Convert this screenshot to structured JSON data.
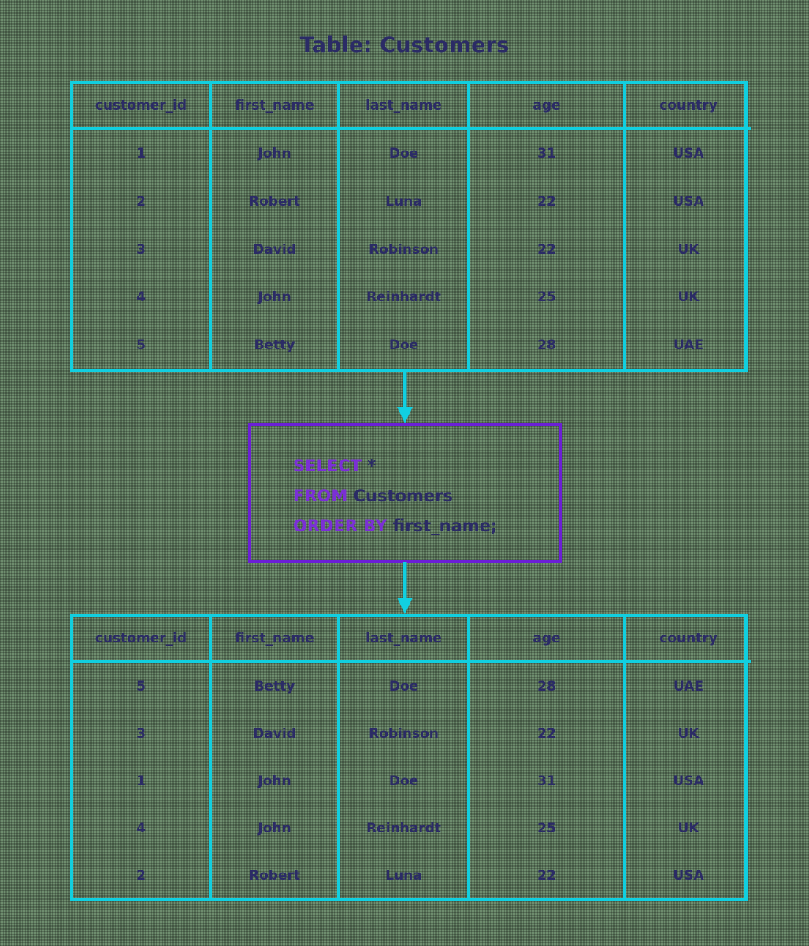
{
  "title": "Table: Customers",
  "colors": {
    "background": "#6e8d6e",
    "table_border": "#11cfe0",
    "query_border": "#6b1fd6",
    "keyword": "#7b2fd6",
    "identifier": "#2b2b66",
    "arrow": "#11cfe0"
  },
  "columns": [
    "customer_id",
    "first_name",
    "last_name",
    "age",
    "country"
  ],
  "source_table": {
    "rows": [
      {
        "customer_id": "1",
        "first_name": "John",
        "last_name": "Doe",
        "age": "31",
        "country": "USA"
      },
      {
        "customer_id": "2",
        "first_name": "Robert",
        "last_name": "Luna",
        "age": "22",
        "country": "USA"
      },
      {
        "customer_id": "3",
        "first_name": "David",
        "last_name": "Robinson",
        "age": "22",
        "country": "UK"
      },
      {
        "customer_id": "4",
        "first_name": "John",
        "last_name": "Reinhardt",
        "age": "25",
        "country": "UK"
      },
      {
        "customer_id": "5",
        "first_name": "Betty",
        "last_name": "Doe",
        "age": "28",
        "country": "UAE"
      }
    ]
  },
  "query": {
    "line1_keyword": "SELECT",
    "line1_rest": " *",
    "line2_keyword": "FROM",
    "line2_rest": " Customers",
    "line3_keyword": "ORDER BY",
    "line3_rest": " first_name;"
  },
  "result_table": {
    "rows": [
      {
        "customer_id": "5",
        "first_name": "Betty",
        "last_name": "Doe",
        "age": "28",
        "country": "UAE"
      },
      {
        "customer_id": "3",
        "first_name": "David",
        "last_name": "Robinson",
        "age": "22",
        "country": "UK"
      },
      {
        "customer_id": "1",
        "first_name": "John",
        "last_name": "Doe",
        "age": "31",
        "country": "USA"
      },
      {
        "customer_id": "4",
        "first_name": "John",
        "last_name": "Reinhardt",
        "age": "25",
        "country": "UK"
      },
      {
        "customer_id": "2",
        "first_name": "Robert",
        "last_name": "Luna",
        "age": "22",
        "country": "USA"
      }
    ]
  }
}
